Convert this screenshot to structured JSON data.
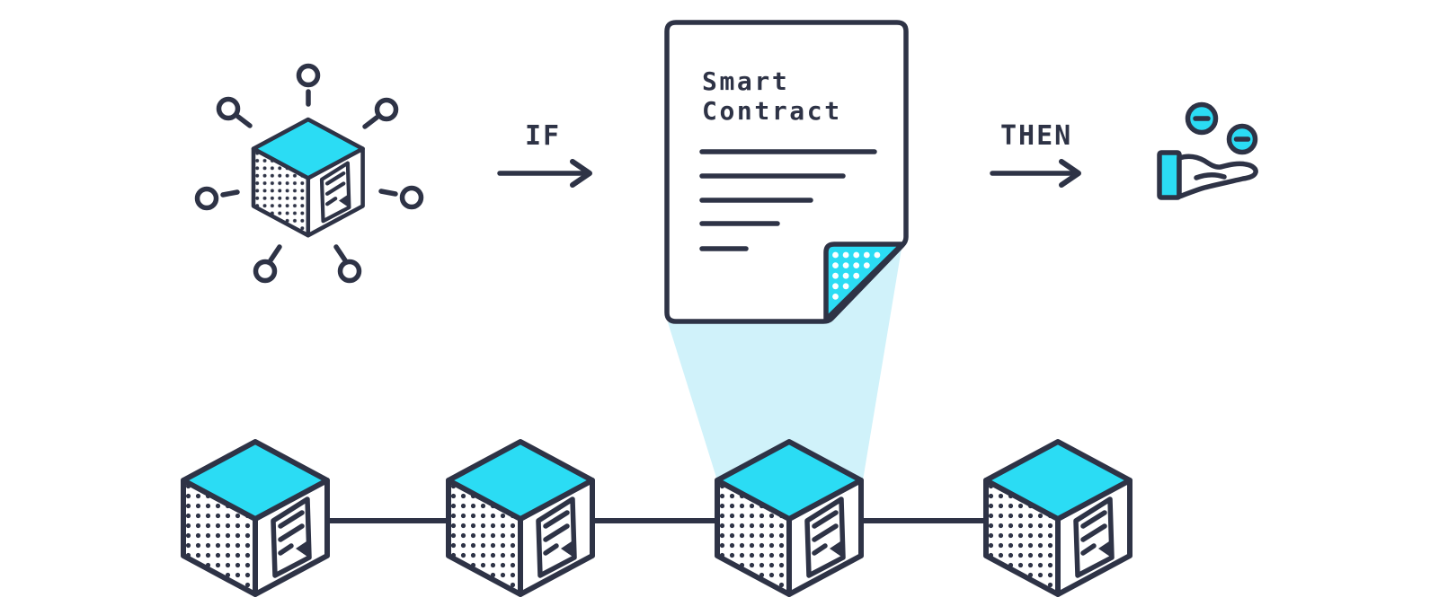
{
  "colors": {
    "ink": "#2e3346",
    "cyan": "#2bdcf4",
    "beam": "#d0f2fa",
    "paper": "#ffffff",
    "background": "#ffffff"
  },
  "document": {
    "title_line1": "Smart",
    "title_line2": "Contract",
    "ruled_line_count": 5
  },
  "flow": {
    "if_label": "IF",
    "then_label": "THEN"
  },
  "network_icon": {
    "node_count": 7
  },
  "blockchain": {
    "block_count": 4,
    "link_count": 3
  },
  "payment_icon": {
    "coin_count": 2
  }
}
